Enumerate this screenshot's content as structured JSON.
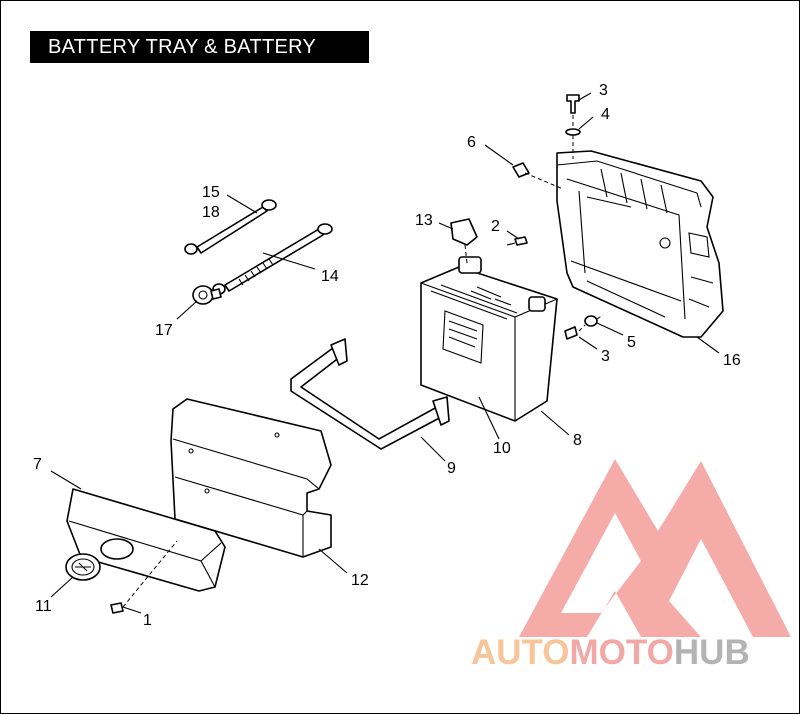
{
  "title": "BATTERY TRAY & BATTERY",
  "callouts": {
    "c1": "1",
    "c2": "2",
    "c3a": "3",
    "c3b": "3",
    "c4": "4",
    "c5": "5",
    "c6": "6",
    "c7": "7",
    "c8": "8",
    "c9": "9",
    "c10": "10",
    "c11": "11",
    "c12": "12",
    "c13": "13",
    "c14": "14",
    "c15": "15",
    "c16": "16",
    "c17": "17",
    "c18": "18"
  },
  "watermark": {
    "part1": "AUTO",
    "part2": "MOTO",
    "part3": "HUB",
    "colors": {
      "auto": "#f6c59a",
      "moto": "#f2a8a4",
      "hub": "#b3b3b3",
      "logo": "#f4a3a0"
    }
  }
}
